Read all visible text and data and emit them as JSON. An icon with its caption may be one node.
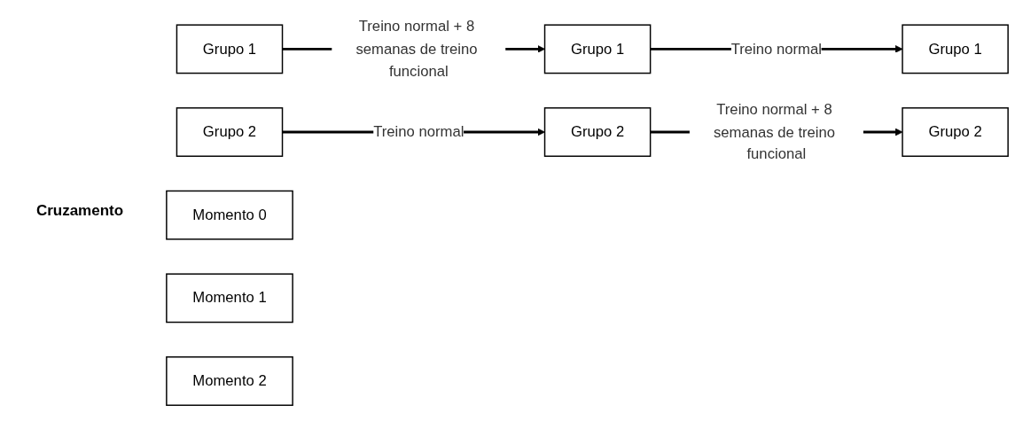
{
  "diagram": {
    "nodes": [
      {
        "text": [
          "Grupo 1"
        ]
      },
      {
        "text": [
          "Grupo 1"
        ]
      },
      {
        "text": [
          "Grupo 2"
        ]
      },
      {
        "text": [
          "Grupo 2"
        ]
      },
      {
        "text": [
          "Grupo 2"
        ]
      },
      {
        "text": [
          "Grupo 1"
        ]
      },
      {
        "text": [
          "Momento 0"
        ]
      },
      {
        "text": [
          "Momento 1"
        ]
      },
      {
        "text": [
          "Momento 2"
        ]
      }
    ],
    "edges": [
      {
        "from": 0,
        "to": 1,
        "arrow": "to",
        "label": "Treino normal + 8 semanas de treino funcional"
      },
      {
        "from": 3,
        "to": 4,
        "arrow": "to",
        "label": "Treino normal"
      },
      {
        "from": 1,
        "to": 5,
        "arrow": "to",
        "label": "Treino normal"
      },
      {
        "from": 4,
        "to": 2,
        "arrow": "to",
        "label": "Treino normal + 8 semanas de treino funcional"
      }
    ],
    "labels": [
      "Cruzamento"
    ]
  }
}
